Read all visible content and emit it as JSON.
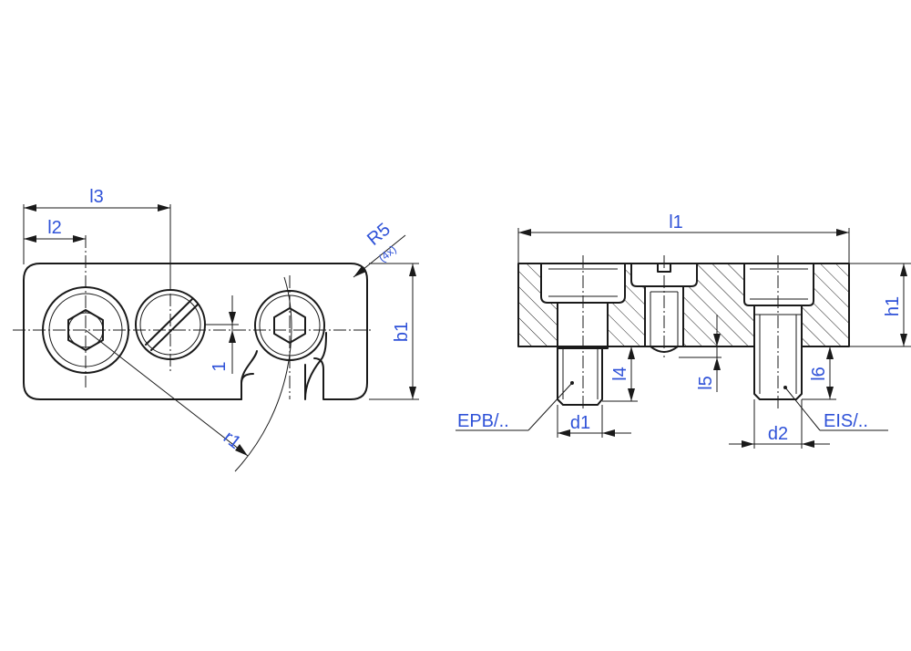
{
  "labels": {
    "l3": "l3",
    "l2": "l2",
    "r5": "R5",
    "r5_count": "(4x)",
    "b1": "b1",
    "one": "1",
    "r1": "r1",
    "l1": "l1",
    "h1": "h1",
    "l4": "l4",
    "l5": "l5",
    "l6": "l6",
    "d1": "d1",
    "d2": "d2",
    "epb": "EPB/..",
    "eis": "EIS/.."
  },
  "colors": {
    "label": "#2f52d8",
    "line": "#1a1a1a",
    "background": "#ffffff"
  }
}
